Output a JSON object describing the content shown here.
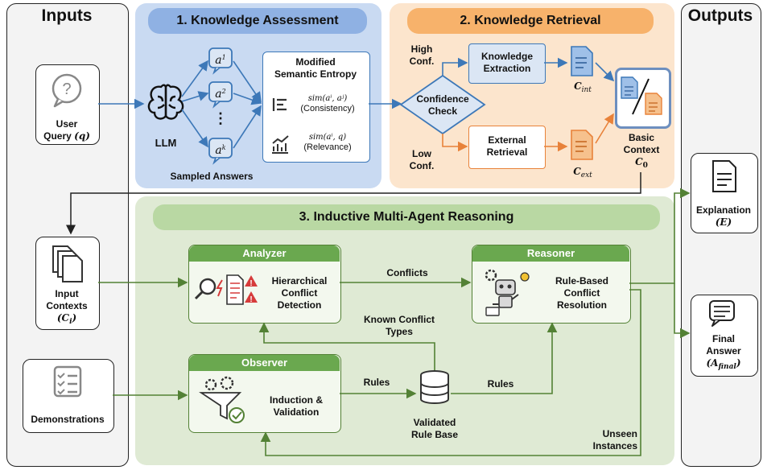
{
  "columns": {
    "inputs_title": "Inputs",
    "outputs_title": "Outputs"
  },
  "inputs": {
    "user_query": {
      "line1": "User",
      "line2": "Query",
      "var": "(q)"
    },
    "input_contexts": {
      "line1": "Input",
      "line2": "Contexts",
      "var": "(C",
      "var_sub": "i",
      "var_end": ")"
    },
    "demonstrations": "Demonstrations"
  },
  "stage1": {
    "title": "1. Knowledge Assessment",
    "llm_label": "LLM",
    "answers": [
      {
        "base": "a",
        "sup": "1"
      },
      {
        "base": "a",
        "sup": "2"
      },
      {
        "base": "a",
        "sup": "k"
      }
    ],
    "dots": "⋮",
    "sampled_answers": "Sampled Answers",
    "entropy_title_1": "Modified",
    "entropy_title_2": "Semantic Entropy",
    "consistency_formula": "sim(aⁱ, aʲ)",
    "consistency_label": "(Consistency)",
    "relevance_formula": "sim(aⁱ, q)",
    "relevance_label": "(Relevance)"
  },
  "stage2": {
    "title": "2. Knowledge Retrieval",
    "high_conf_1": "High",
    "high_conf_2": "Conf.",
    "low_conf_1": "Low",
    "low_conf_2": "Conf.",
    "confidence_check_1": "Confidence",
    "confidence_check_2": "Check",
    "knowledge_extraction_1": "Knowledge",
    "knowledge_extraction_2": "Extraction",
    "external_retrieval_1": "External",
    "external_retrieval_2": "Retrieval",
    "c_int": {
      "base": "C",
      "sub": "int"
    },
    "c_ext": {
      "base": "C",
      "sub": "ext"
    },
    "basic_context_1": "Basic",
    "basic_context_2": "Context",
    "c0": {
      "base": "C",
      "sub": "0"
    }
  },
  "stage3": {
    "title": "3. Inductive Multi-Agent Reasoning",
    "analyzer": {
      "header": "Analyzer",
      "line1": "Hierarchical",
      "line2": "Conflict",
      "line3": "Detection"
    },
    "reasoner": {
      "header": "Reasoner",
      "line1": "Rule-Based",
      "line2": "Conflict",
      "line3": "Resolution"
    },
    "observer": {
      "header": "Observer",
      "line1": "Induction &",
      "line2": "Validation"
    },
    "conflicts": "Conflicts",
    "known_conflict_1": "Known Conflict",
    "known_conflict_2": "Types",
    "rules_left": "Rules",
    "rules_right": "Rules",
    "validated_1": "Validated",
    "validated_2": "Rule Base",
    "unseen_1": "Unseen",
    "unseen_2": "Instances"
  },
  "outputs": {
    "explanation": {
      "label": "Explanation",
      "var": "(E)"
    },
    "final_answer": {
      "line1": "Final",
      "line2": "Answer",
      "var_base": "(A",
      "var_sub": "final",
      "var_end": ")"
    }
  },
  "colors": {
    "blue_panel": "#c9daf2",
    "blue_pill": "#8fb1e3",
    "orange_panel": "#fce5cd",
    "orange_pill": "#f7b26b",
    "green_panel": "#dfead4",
    "green_pill": "#b9d8a3",
    "green_header": "#6aa84f",
    "blue_arrow": "#3d78b8",
    "orange_arrow": "#e8823a",
    "green_arrow": "#538135"
  }
}
